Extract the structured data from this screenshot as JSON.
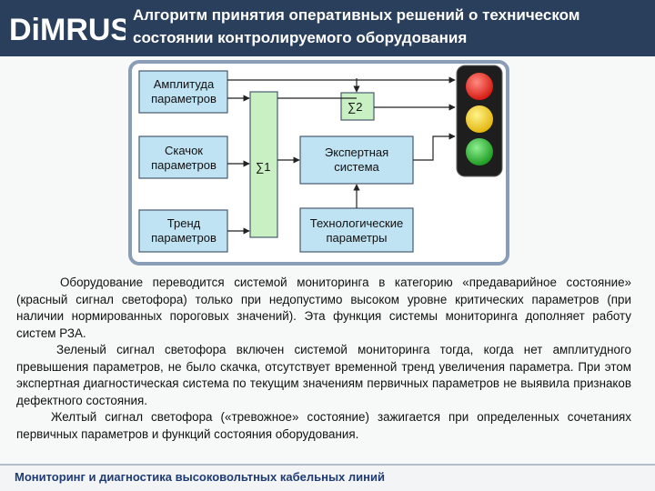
{
  "header": {
    "logo_text": "DiMRUS",
    "title_line1": "Алгоритм принятия оперативных решений о техническом",
    "title_line2": "состоянии контролируемого оборудования"
  },
  "diagram": {
    "amplitude_line1": "Амплитуда",
    "amplitude_line2": "параметров",
    "jump_line1": "Скачок",
    "jump_line2": "параметров",
    "trend_line1": "Тренд",
    "trend_line2": "параметров",
    "sigma1_label": "∑1",
    "sigma2_label": "∑2",
    "expert_line1": "Экспертная",
    "expert_line2": "система",
    "tech_line1": "Технологические",
    "tech_line2": "параметры",
    "traffic_light_colors": [
      "#e8231a",
      "#f2cf1a",
      "#29b52d"
    ]
  },
  "text": {
    "p1": "Оборудование переводится системой мониторинга в категорию «предаварийное состояние» (красный сигнал светофора) только при недопустимо высоком уровне критических параметров (при наличии нормированных пороговых значений). Эта функция системы мониторинга дополняет работу систем РЗА.",
    "p2": "Зеленый сигнал светофора включен системой мониторинга тогда, когда нет амплитудного превышения параметров, не было скачка, отсутствует временной тренд увеличения параметра. При этом экспертная диагностическая система по текущим значениям первичных параметров не выявила признаков дефектного состояния.",
    "p3": "Желтый сигнал светофора («тревожное» состояние) зажигается при определенных сочетаниях первичных параметров и функций состояния оборудования."
  },
  "footer": {
    "text": "Мониторинг и диагностика высоковольтных кабельных линий"
  }
}
